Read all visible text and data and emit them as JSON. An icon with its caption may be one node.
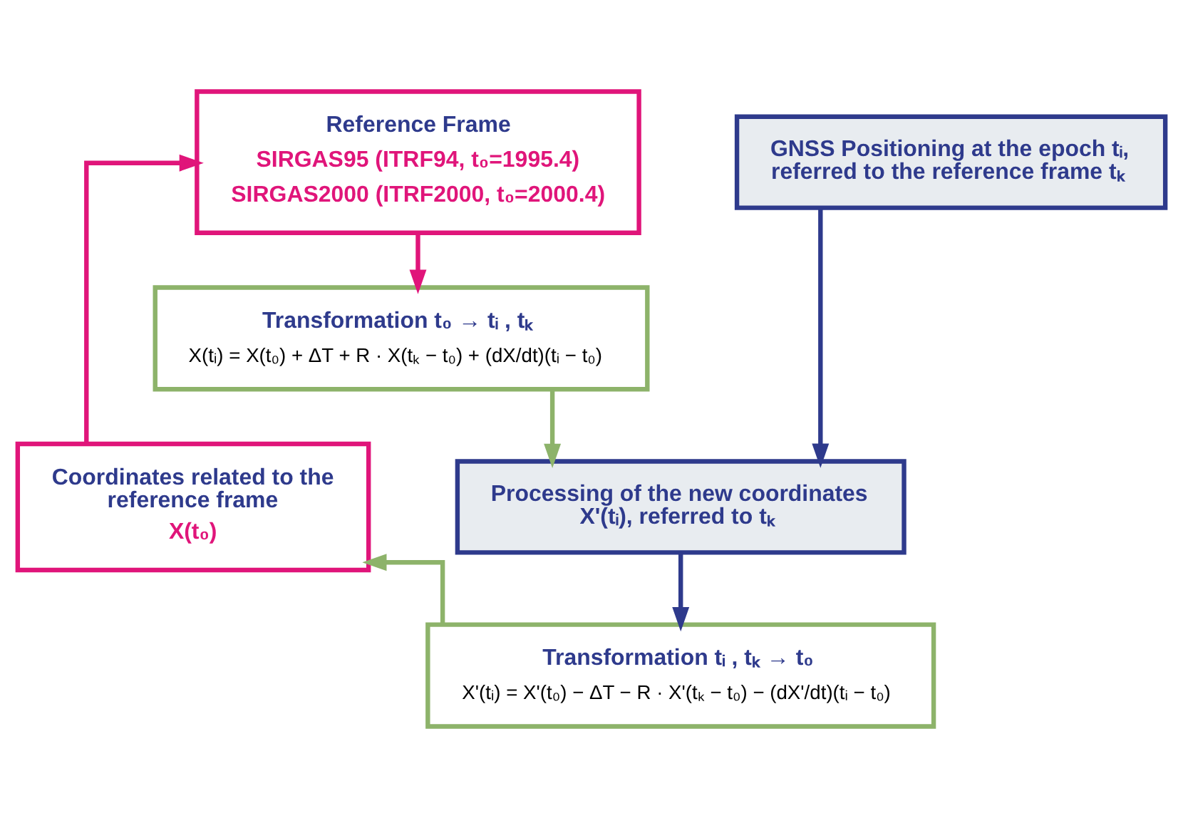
{
  "diagram": {
    "nodes": [
      {
        "text": [
          "Reference Frame",
          "SIRGAS95 (ITRF94, t₀=1995.4)",
          "SIRGAS2000 (ITRF2000, t₀=2000.4)"
        ]
      },
      {
        "text": [
          "GNSS Positioning at the epoch tᵢ, referred to the reference frame tₖ"
        ]
      },
      {
        "text": [
          "Transformation t₀ → tᵢ , tₖ",
          "X(tᵢ) = X(t₀) + ΔT + R · X(tₖ − t₀) + (dX/dt)(tᵢ − t₀)"
        ]
      },
      {
        "text": [
          "Coordinates related to the reference frame",
          "X(t₀)"
        ]
      },
      {
        "text": [
          "Processing of the new coordinates X'(tᵢ), referred to tₖ"
        ]
      },
      {
        "text": [
          "Transformation tᵢ , tₖ → t₀",
          "X'(tᵢ) = X'(t₀) − ΔT − R · X'(tₖ − t₀) − (dX'/dt)(tᵢ − t₀)"
        ]
      }
    ],
    "edges": [
      {
        "from": 0,
        "to": 2,
        "arrow": "to",
        "color": "#e0157a"
      },
      {
        "from": 2,
        "to": 4,
        "arrow": "to",
        "color": "#8db36a"
      },
      {
        "from": 1,
        "to": 4,
        "arrow": "to",
        "color": "#2e3a8c"
      },
      {
        "from": 4,
        "to": 5,
        "arrow": "to",
        "color": "#2e3a8c"
      },
      {
        "from": 5,
        "to": 3,
        "arrow": "to",
        "color": "#8db36a"
      },
      {
        "from": 3,
        "to": 0,
        "arrow": "to",
        "color": "#e0157a"
      }
    ]
  }
}
